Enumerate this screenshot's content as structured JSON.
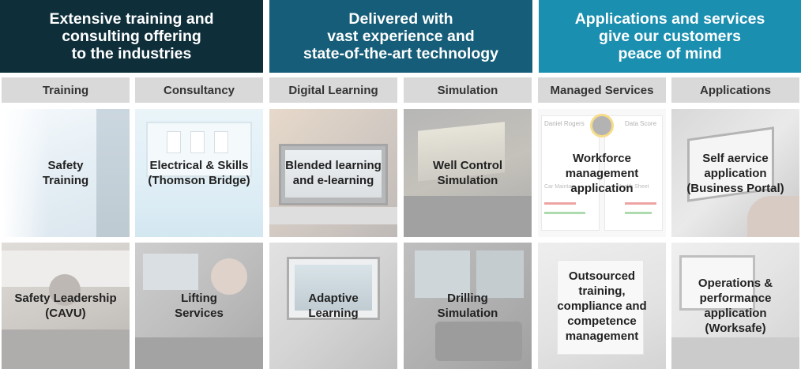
{
  "banners": [
    {
      "lines": [
        "Extensive training and",
        "consulting offering",
        "to the industries"
      ],
      "color": "#0e2e3a"
    },
    {
      "lines": [
        "Delivered with",
        "vast experience and",
        "state-of-the-art technology"
      ],
      "color": "#155d78"
    },
    {
      "lines": [
        "Applications and services",
        "give our customers",
        "peace of mind"
      ],
      "color": "#1a8fb0"
    }
  ],
  "columns": [
    "Training",
    "Consultancy",
    "Digital Learning",
    "Simulation",
    "Managed Services",
    "Applications"
  ],
  "tiles_top": [
    {
      "lines": [
        "Safety",
        "Training"
      ]
    },
    {
      "lines": [
        "Electrical & Skills",
        "(Thomson Bridge)"
      ]
    },
    {
      "lines": [
        "Blended learning",
        "and e-learning"
      ]
    },
    {
      "lines": [
        "Well Control",
        "Simulation"
      ]
    },
    {
      "lines": [
        "Workforce",
        "management",
        "application"
      ]
    },
    {
      "lines": [
        "Self aervice",
        "application",
        "(Business Portal)"
      ]
    }
  ],
  "tiles_bottom": [
    {
      "lines": [
        "Safety Leadership",
        "(CAVU)"
      ]
    },
    {
      "lines": [
        "Lifting",
        "Services"
      ]
    },
    {
      "lines": [
        "Adaptive",
        "Learning"
      ]
    },
    {
      "lines": [
        "Drilling",
        "Simulation"
      ]
    },
    {
      "lines": [
        "Outsourced",
        "training,",
        "compliance and",
        "competence",
        "management"
      ]
    },
    {
      "lines": [
        "Operations &",
        "performance",
        "application",
        "(Worksafe)"
      ]
    }
  ],
  "mockup_text": {
    "left_title": "Daniel Rogers",
    "right_title": "Data Score",
    "mid_left": "Car Maintain",
    "mid_right": "Health Sheet"
  }
}
